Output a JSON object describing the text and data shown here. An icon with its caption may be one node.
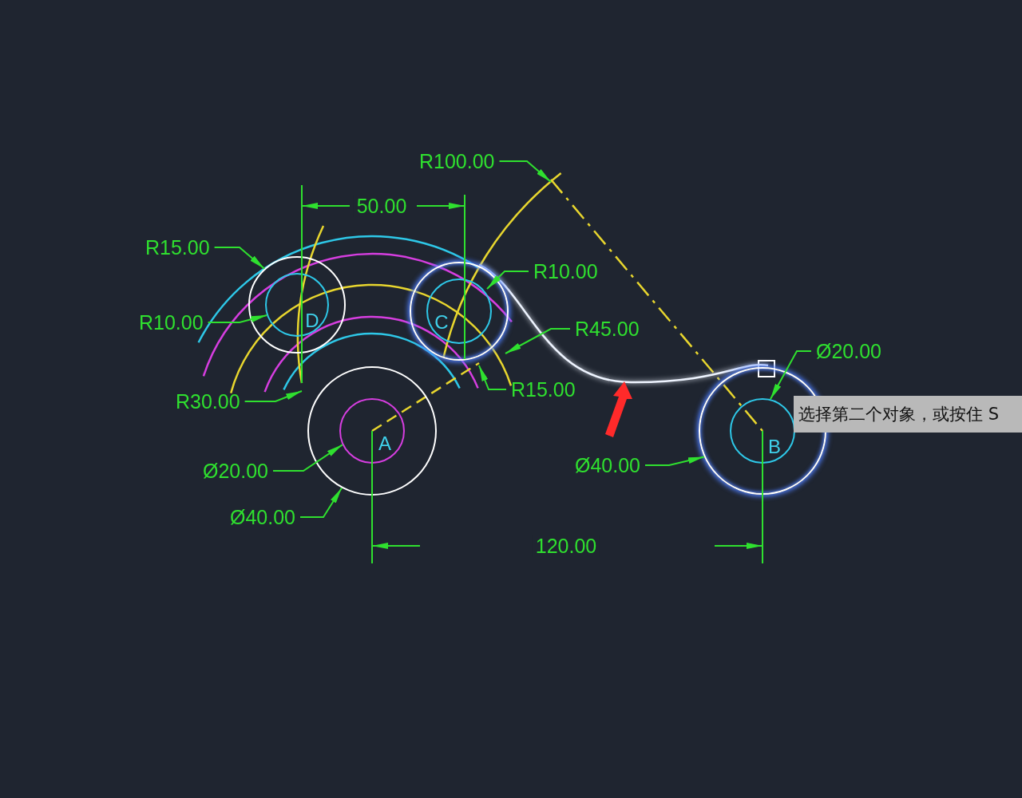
{
  "diagram": {
    "nodes": [
      {
        "text": [
          "R100.00"
        ]
      },
      {
        "text": [],
        "shape": "circle"
      },
      {
        "text": [
          "D"
        ],
        "in": 1
      },
      {
        "text": [],
        "shape": "circle"
      },
      {
        "text": [
          "C"
        ],
        "in": 3
      },
      {
        "text": [
          "R15.00"
        ]
      },
      {
        "text": [
          "R10.00"
        ]
      },
      {
        "text": [
          "R10.00"
        ]
      },
      {
        "text": [
          "R45.00"
        ]
      },
      {
        "text": [
          "Ø20.00"
        ]
      },
      {
        "text": [
          "R15.00"
        ]
      },
      {
        "text": [
          "R30.00"
        ]
      },
      {
        "text": [],
        "shape": "circle"
      },
      {
        "text": [
          "A"
        ],
        "in": 12
      },
      {
        "text": [],
        "shape": "circle"
      },
      {
        "text": [
          "B"
        ],
        "in": 14
      },
      {
        "text": [
          "Ø40.00"
        ]
      },
      {
        "text": [
          "Ø20.00"
        ]
      },
      {
        "text": [
          "Ø40.00"
        ]
      }
    ],
    "edges": [
      {
        "from": 0,
        "to": null,
        "arrow": "to"
      },
      {
        "from": 5,
        "to": 1,
        "arrow": "to"
      },
      {
        "from": 6,
        "to": 4,
        "arrow": "to"
      },
      {
        "from": 7,
        "to": 2,
        "arrow": "to"
      },
      {
        "from": 8,
        "to": 4,
        "arrow": "to"
      },
      {
        "from": 9,
        "to": 15,
        "arrow": "to"
      },
      {
        "from": 10,
        "to": 3,
        "arrow": "to"
      },
      {
        "from": 11,
        "to": 12,
        "arrow": "to"
      },
      {
        "from": 16,
        "to": 14,
        "arrow": "to"
      },
      {
        "from": 17,
        "to": 13,
        "arrow": "to"
      },
      {
        "from": 18,
        "to": 12,
        "arrow": "to"
      }
    ],
    "labels": [
      "50.00",
      "120.00",
      "选择第二个对象，或按住 S"
    ]
  }
}
